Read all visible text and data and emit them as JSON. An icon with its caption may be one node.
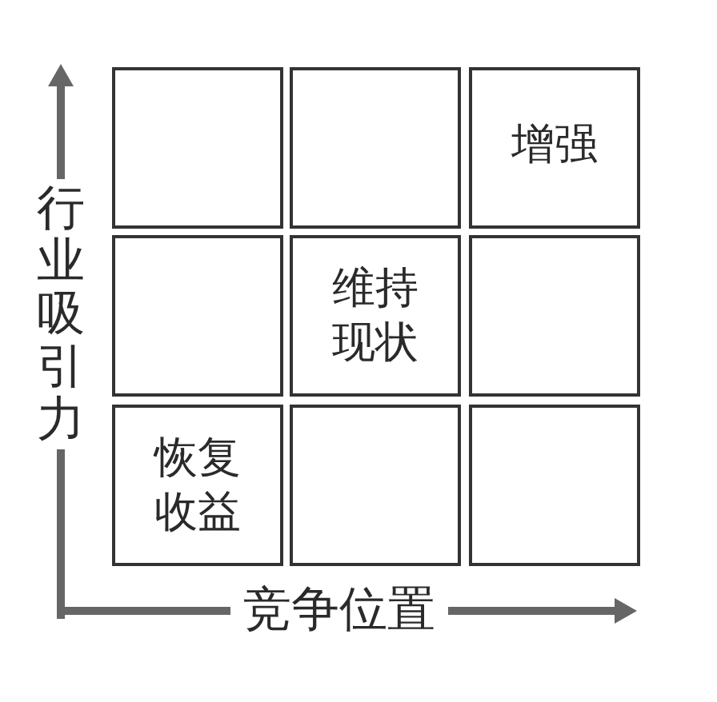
{
  "diagram": {
    "nodes": [
      {
        "text": [],
        "shape": "box"
      },
      {
        "text": [],
        "shape": "box"
      },
      {
        "text": [
          "增强"
        ]
      },
      {
        "text": [],
        "shape": "box"
      },
      {
        "text": [
          "维持现状"
        ]
      },
      {
        "text": [],
        "shape": "box"
      },
      {
        "text": [
          "恢复收益"
        ]
      },
      {
        "text": [],
        "shape": "box"
      },
      {
        "text": [],
        "shape": "box"
      }
    ],
    "labels": [
      "行业吸引力",
      "竞争位置"
    ]
  }
}
